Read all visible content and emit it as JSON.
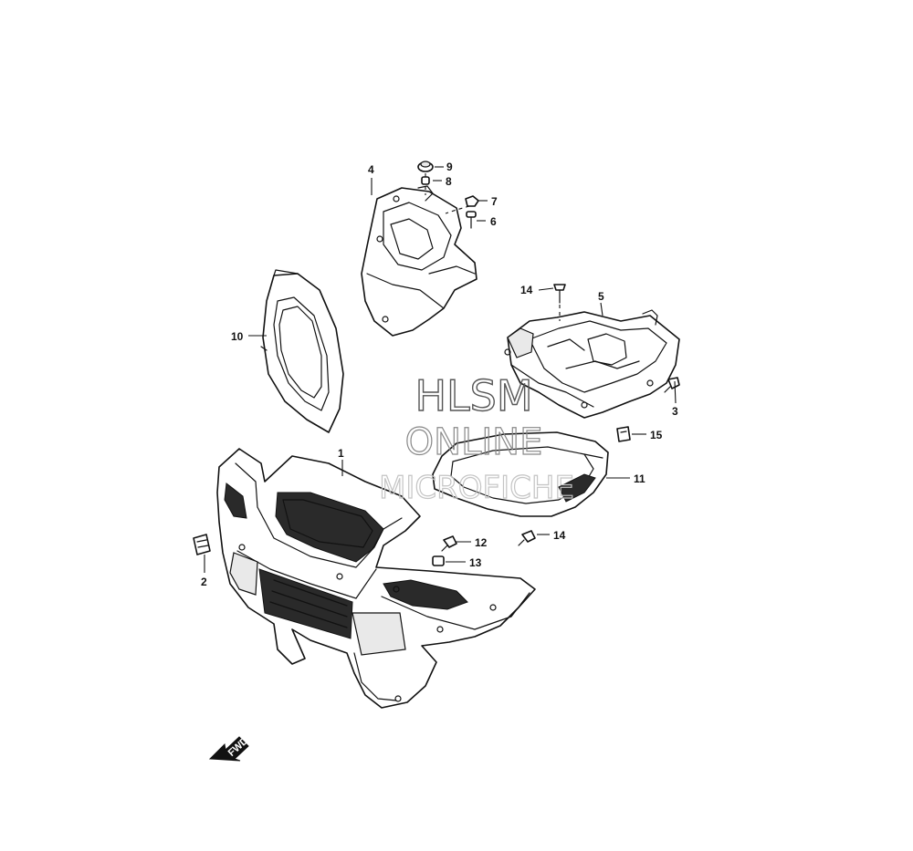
{
  "callouts": {
    "c1": "1",
    "c2": "2",
    "c3": "3",
    "c4": "4",
    "c5": "5",
    "c6": "6",
    "c7": "7",
    "c8": "8",
    "c9": "9",
    "c10": "10",
    "c11": "11",
    "c12": "12",
    "c13": "13",
    "c14a": "14",
    "c14b": "14",
    "c15": "15"
  },
  "watermark": {
    "line1": "HLSM",
    "line2": "ONLINE",
    "line3": "MICROFICHE"
  },
  "direction_marker": {
    "label": "FWD"
  }
}
